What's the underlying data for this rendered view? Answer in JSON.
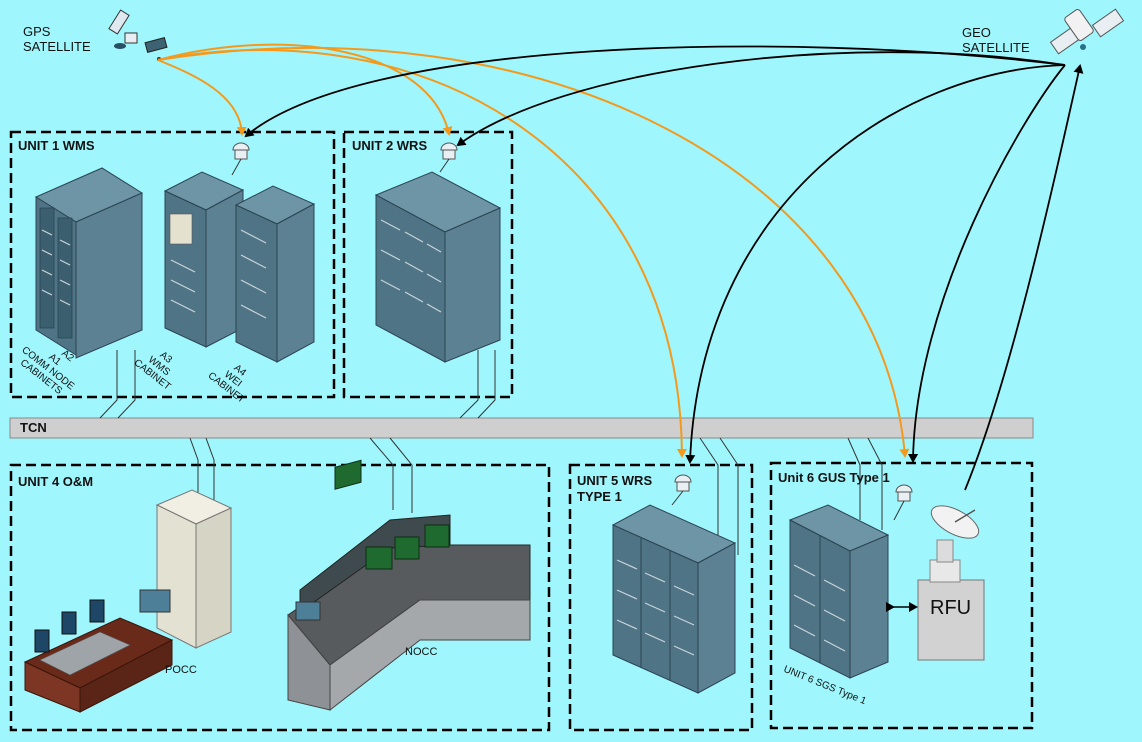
{
  "satellites": {
    "gps": {
      "line1": "GPS",
      "line2": "SATELLITE"
    },
    "geo": {
      "line1": "GEO",
      "line2": "SATELLITE"
    }
  },
  "units": {
    "u1": {
      "title": "UNIT 1 WMS"
    },
    "u2": {
      "title": "UNIT 2 WRS"
    },
    "u4": {
      "title": "UNIT 4 O&M"
    },
    "u5": {
      "title_line1": "UNIT 5 WRS",
      "title_line2": "TYPE 1"
    },
    "u6": {
      "title": "Unit 6 GUS Type 1"
    }
  },
  "labels": {
    "a1": {
      "line1": "A1",
      "line2": "COMM NODE",
      "line3": "CABINETS"
    },
    "a2": "A2",
    "a3": {
      "line1": "A3",
      "line2": "WMS",
      "line3": "CABINET"
    },
    "a4": {
      "line1": "A4",
      "line2": "WEI",
      "line3": "CABINET"
    },
    "tcn": "TCN",
    "pocc": "POCC",
    "nocc": "NOCC",
    "rfu": "RFU",
    "sgs": "UNIT 6 SGS Type 1"
  },
  "colors": {
    "background": "#9ff7fd",
    "gps_link": "#f39a1e",
    "geo_link": "#000000",
    "tcn_bar": "#cfcfcf",
    "cabinet": "#5c8193"
  }
}
